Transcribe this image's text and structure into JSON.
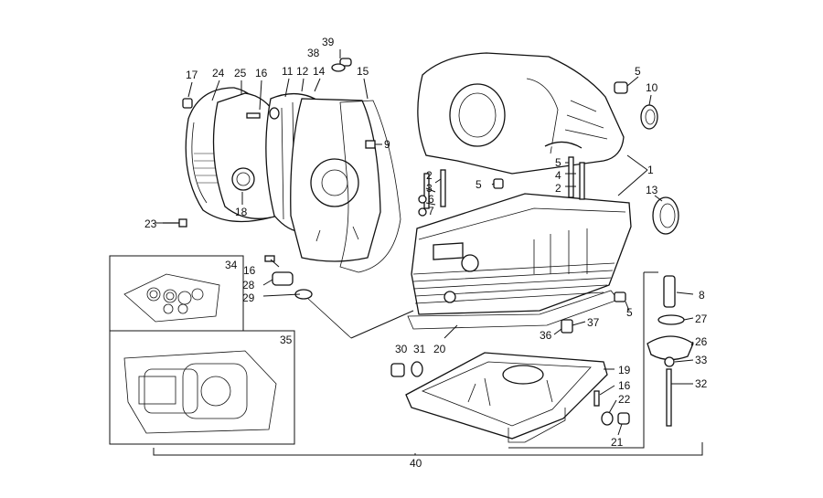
{
  "diagram": {
    "labels": {
      "l1": "1",
      "l2a": "2",
      "l2b": "2",
      "l3": "3",
      "l4": "4",
      "l5a": "5",
      "l5b": "5",
      "l5c": "5",
      "l5d": "5",
      "l6": "6",
      "l7": "7",
      "l8": "8",
      "l9": "9",
      "l10": "10",
      "l11": "11",
      "l12": "12",
      "l13": "13",
      "l14": "14",
      "l15": "15",
      "l16a": "16",
      "l16b": "16",
      "l16c": "16",
      "l17": "17",
      "l18": "18",
      "l19": "19",
      "l20": "20",
      "l21": "21",
      "l22": "22",
      "l23": "23",
      "l24": "24",
      "l25": "25",
      "l26": "26",
      "l27": "27",
      "l28": "28",
      "l29": "29",
      "l30": "30",
      "l31": "31",
      "l32": "32",
      "l33": "33",
      "l34": "34",
      "l35": "35",
      "l36": "36",
      "l37": "37",
      "l38": "38",
      "l39": "39",
      "l40": "40"
    }
  }
}
